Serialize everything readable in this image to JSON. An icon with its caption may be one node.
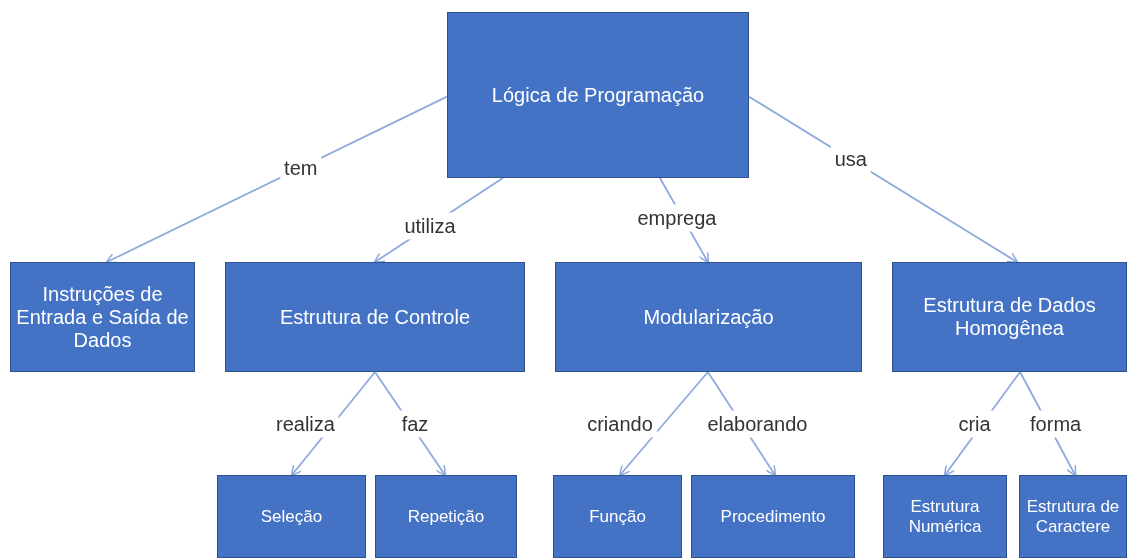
{
  "diagram": {
    "nodes": [
      {
        "text": [
          "Lógica de Programação"
        ]
      },
      {
        "text": [
          "Instruções de Entrada e Saída de Dados"
        ]
      },
      {
        "text": [
          "Estrutura de Controle"
        ]
      },
      {
        "text": [
          "Modularização"
        ]
      },
      {
        "text": [
          "Estrutura de Dados Homogênea"
        ]
      },
      {
        "text": [
          "Seleção"
        ]
      },
      {
        "text": [
          "Repetição"
        ]
      },
      {
        "text": [
          "Função"
        ]
      },
      {
        "text": [
          "Procedimento"
        ]
      },
      {
        "text": [
          "Estrutura Numérica"
        ]
      },
      {
        "text": [
          "Estrutura de Caractere"
        ]
      }
    ],
    "edges": [
      {
        "from": 0,
        "to": 1,
        "arrow": "to",
        "label": "tem"
      },
      {
        "from": 0,
        "to": 2,
        "arrow": "to",
        "label": "utiliza"
      },
      {
        "from": 0,
        "to": 3,
        "arrow": "to",
        "label": "emprega"
      },
      {
        "from": 0,
        "to": 4,
        "arrow": "to",
        "label": "usa"
      },
      {
        "from": 2,
        "to": 5,
        "arrow": "to",
        "label": "realiza"
      },
      {
        "from": 2,
        "to": 6,
        "arrow": "to",
        "label": "faz"
      },
      {
        "from": 3,
        "to": 7,
        "arrow": "to",
        "label": "criando"
      },
      {
        "from": 3,
        "to": 8,
        "arrow": "to",
        "label": "elaborando"
      },
      {
        "from": 4,
        "to": 9,
        "arrow": "to",
        "label": "cria"
      },
      {
        "from": 4,
        "to": 10,
        "arrow": "to",
        "label": "forma"
      }
    ]
  }
}
